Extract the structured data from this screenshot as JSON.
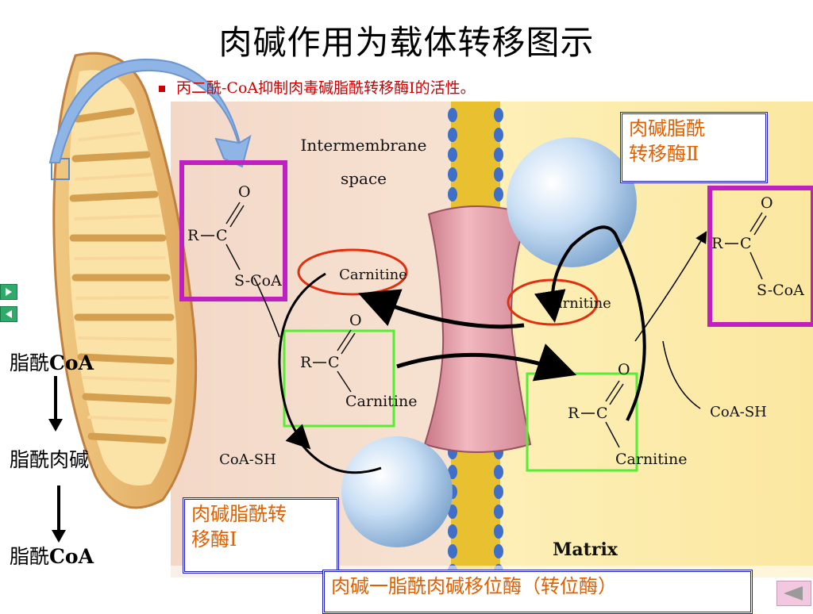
{
  "title": "肉碱作用为载体转移图示",
  "subtitle": "丙二酰-CoA抑制肉毒碱脂酰转移酶I的活性。",
  "diagram": {
    "intermembrane_label_1": "Intermembrane",
    "intermembrane_label_2": "space",
    "matrix_label": "Matrix",
    "carnitine_left": "Carnitine",
    "carnitine_right": "Carnitine",
    "coa_sh_left": "CoA-SH",
    "coa_sh_right": "CoA-SH",
    "acyl_coa": {
      "r": "R",
      "c": "C",
      "o": "O",
      "s": "S-CoA"
    },
    "acyl_carnitine": {
      "r": "R",
      "c": "C",
      "o": "O",
      "s": "Carnitine"
    }
  },
  "enzymes": {
    "cat2_line1": "肉碱脂酰",
    "cat2_line2": "转移酶Ⅱ",
    "cat1_line1": "肉碱脂酰转",
    "cat1_line2": "移酶Ⅰ",
    "translocase": "肉碱一脂酰肉碱移位酶（转位酶）"
  },
  "side": {
    "step1_cn": "脂酰",
    "step1_en": "CoA",
    "step2": "脂酰肉碱",
    "step3_cn": "脂酰",
    "step3_en": "CoA"
  },
  "colors": {
    "title": "#000000",
    "subtitle": "#cc0000",
    "enzyme_text": "#e06000",
    "enzyme_border": "#1f1fb0",
    "purple_box": "#c020c0",
    "green_box": "#55ee33",
    "red_oval": "#e03010"
  },
  "icons": [
    "play-right-icon",
    "play-left-icon",
    "prev-slide-icon"
  ]
}
